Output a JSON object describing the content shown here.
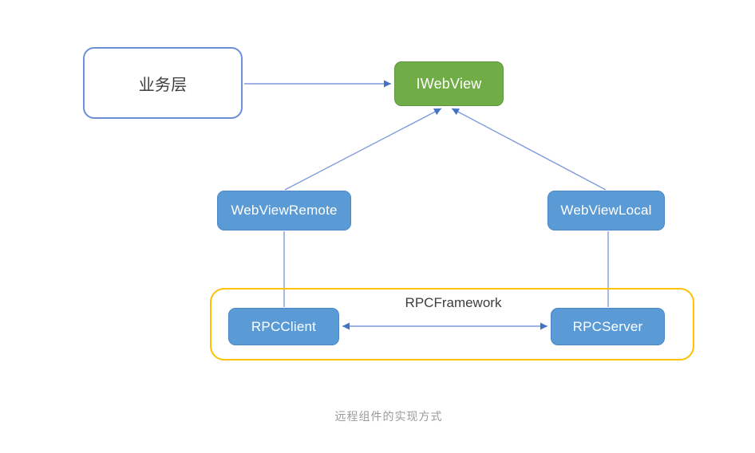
{
  "diagram": {
    "caption": "远程组件的实现方式",
    "nodes": {
      "business_layer": {
        "label": "业务层",
        "fill": "#FFFFFF",
        "border": "#6D8FD8"
      },
      "iwebview": {
        "label": "IWebView",
        "fill": "#70AD47",
        "border": "#5F9440"
      },
      "webview_remote": {
        "label": "WebViewRemote",
        "fill": "#5B9BD5",
        "border": "#4A86C8"
      },
      "webview_local": {
        "label": "WebViewLocal",
        "fill": "#5B9BD5",
        "border": "#4A86C8"
      },
      "rpc_client": {
        "label": "RPCClient",
        "fill": "#5B9BD5",
        "border": "#4A86C8"
      },
      "rpc_server": {
        "label": "RPCServer",
        "fill": "#5B9BD5",
        "border": "#4A86C8"
      }
    },
    "containers": {
      "rpc_framework": {
        "label": "RPCFramework",
        "border": "#FFC000"
      }
    },
    "edges": [
      {
        "from": "business_layer",
        "to": "iwebview",
        "arrow": "end"
      },
      {
        "from": "webview_remote",
        "to": "iwebview",
        "arrow": "end"
      },
      {
        "from": "webview_local",
        "to": "iwebview",
        "arrow": "end"
      },
      {
        "from": "webview_remote",
        "to": "rpc_client",
        "arrow": "none"
      },
      {
        "from": "webview_local",
        "to": "rpc_server",
        "arrow": "none"
      },
      {
        "from": "rpc_client",
        "to": "rpc_server",
        "arrow": "both"
      }
    ],
    "colors": {
      "connector_line": "#7F9ADB",
      "arrowhead": "#4472C4",
      "caption_text": "#9B9B9B",
      "label_text_dark": "#3D3D3D"
    }
  }
}
